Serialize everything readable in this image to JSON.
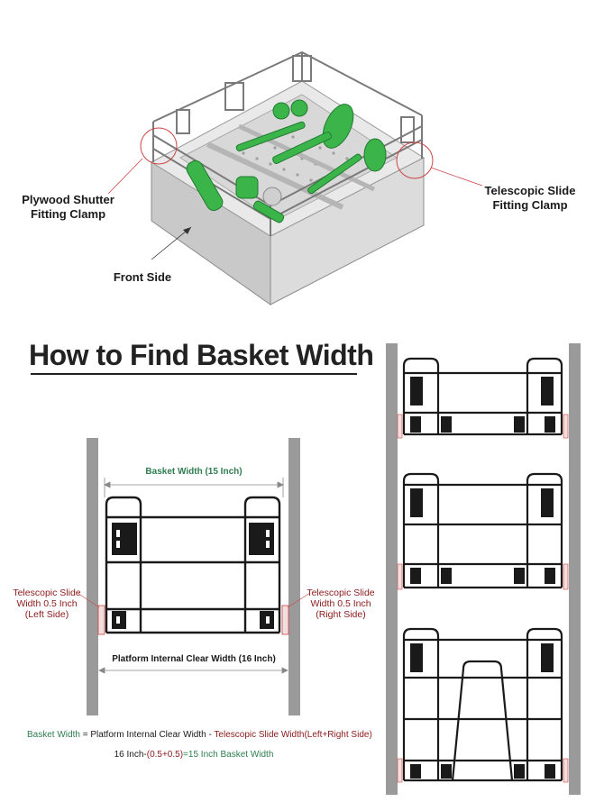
{
  "photo": {
    "labels": {
      "left_clamp": [
        "Plywood Shutter",
        "Fitting Clamp"
      ],
      "right_clamp": [
        "Telescopic Slide",
        "Fitting Clamp"
      ],
      "front": "Front Side"
    }
  },
  "title": "How to Find Basket Width",
  "diagram": {
    "basket_width": "Basket Width (15 Inch)",
    "platform_width": "Platform Internal Clear Width (16 Inch)",
    "left_slide": [
      "Telescopic Slide",
      "Width 0.5 Inch",
      "(Left Side)"
    ],
    "right_slide": [
      "Telescopic Slide",
      "Width 0.5 Inch",
      "(Right Side)"
    ]
  },
  "formula": {
    "line1": {
      "part1": "Basket Width",
      "part2": " = Platform Internal Clear Width - ",
      "part3": "Telescopic Slide Width(Left+Right Side)"
    },
    "line2": {
      "part1": "16 Inch-",
      "part2": "(0.5+0.5)",
      "part3": "=15 Inch Basket Width"
    }
  },
  "colors": {
    "green": "#2e7d4f",
    "red": "#8b1a1a",
    "gray": "#9a9a9a",
    "dark": "#1a1a1a",
    "basket_green": "#3bb54a"
  }
}
